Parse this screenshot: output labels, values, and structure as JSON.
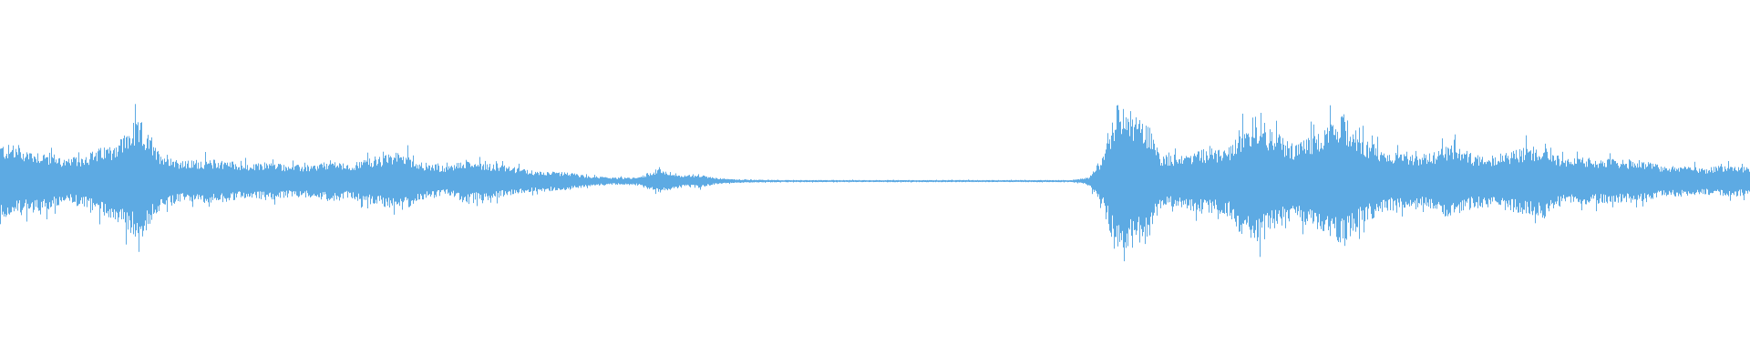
{
  "chart_data": {
    "type": "area",
    "description_kind": "audio-waveform",
    "color": "#5DAAE3",
    "background": "#FFFFFF",
    "grid": false,
    "axes_visible": false,
    "ylim": [
      -1,
      1
    ],
    "envelope": [
      [
        0,
        0.21
      ],
      [
        0.016,
        0.18
      ],
      [
        0.032,
        0.15
      ],
      [
        0.038,
        0.12
      ],
      [
        0.048,
        0.15
      ],
      [
        0.064,
        0.21
      ],
      [
        0.073,
        0.28
      ],
      [
        0.08,
        0.34
      ],
      [
        0.089,
        0.18
      ],
      [
        0.096,
        0.15
      ],
      [
        0.105,
        0.11
      ],
      [
        0.112,
        0.12
      ],
      [
        0.128,
        0.12
      ],
      [
        0.143,
        0.09
      ],
      [
        0.153,
        0.11
      ],
      [
        0.166,
        0.09
      ],
      [
        0.179,
        0.09
      ],
      [
        0.191,
        0.12
      ],
      [
        0.198,
        0.09
      ],
      [
        0.207,
        0.12
      ],
      [
        0.223,
        0.15
      ],
      [
        0.23,
        0.17
      ],
      [
        0.239,
        0.11
      ],
      [
        0.255,
        0.08
      ],
      [
        0.265,
        0.12
      ],
      [
        0.274,
        0.11
      ],
      [
        0.287,
        0.09
      ],
      [
        0.303,
        0.06
      ],
      [
        0.319,
        0.05
      ],
      [
        0.325,
        0.05
      ],
      [
        0.335,
        0.03
      ],
      [
        0.351,
        0.02
      ],
      [
        0.364,
        0.02
      ],
      [
        0.376,
        0.07
      ],
      [
        0.383,
        0.05
      ],
      [
        0.389,
        0.03
      ],
      [
        0.399,
        0.04
      ],
      [
        0.408,
        0.02
      ],
      [
        0.421,
        0.01
      ],
      [
        0.446,
        0.006
      ],
      [
        0.612,
        0.006
      ],
      [
        0.622,
        0.02
      ],
      [
        0.631,
        0.15
      ],
      [
        0.638,
        0.43
      ],
      [
        0.647,
        0.37
      ],
      [
        0.657,
        0.31
      ],
      [
        0.663,
        0.15
      ],
      [
        0.676,
        0.15
      ],
      [
        0.686,
        0.18
      ],
      [
        0.702,
        0.18
      ],
      [
        0.708,
        0.28
      ],
      [
        0.718,
        0.37
      ],
      [
        0.727,
        0.28
      ],
      [
        0.74,
        0.21
      ],
      [
        0.756,
        0.28
      ],
      [
        0.768,
        0.37
      ],
      [
        0.778,
        0.25
      ],
      [
        0.791,
        0.17
      ],
      [
        0.804,
        0.15
      ],
      [
        0.816,
        0.15
      ],
      [
        0.829,
        0.21
      ],
      [
        0.842,
        0.15
      ],
      [
        0.855,
        0.15
      ],
      [
        0.867,
        0.18
      ],
      [
        0.883,
        0.21
      ],
      [
        0.893,
        0.13
      ],
      [
        0.909,
        0.13
      ],
      [
        0.925,
        0.12
      ],
      [
        0.941,
        0.12
      ],
      [
        0.95,
        0.08
      ],
      [
        0.963,
        0.09
      ],
      [
        0.973,
        0.07
      ],
      [
        0.985,
        0.09
      ],
      [
        1,
        0.08
      ]
    ]
  }
}
